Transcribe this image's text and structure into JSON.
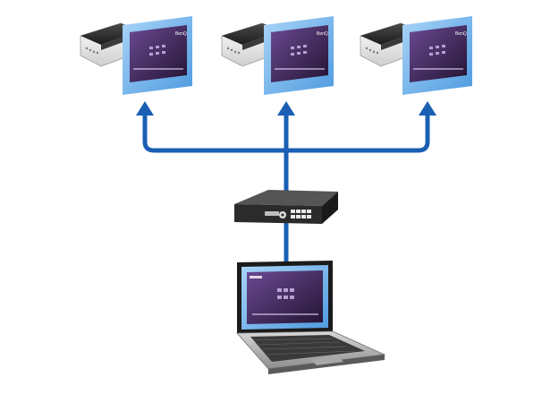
{
  "diagram": {
    "connector_color": "#1a5fb4",
    "projectors": [
      {
        "id": "left"
      },
      {
        "id": "center"
      },
      {
        "id": "right"
      }
    ],
    "screen_brand_text": "BenQ",
    "colors": {
      "screen_glow": "#7db9ec",
      "screen_ui": "#4a2e6e",
      "device_dark": "#2b2b2b",
      "device_light": "#f2f2f2"
    }
  }
}
